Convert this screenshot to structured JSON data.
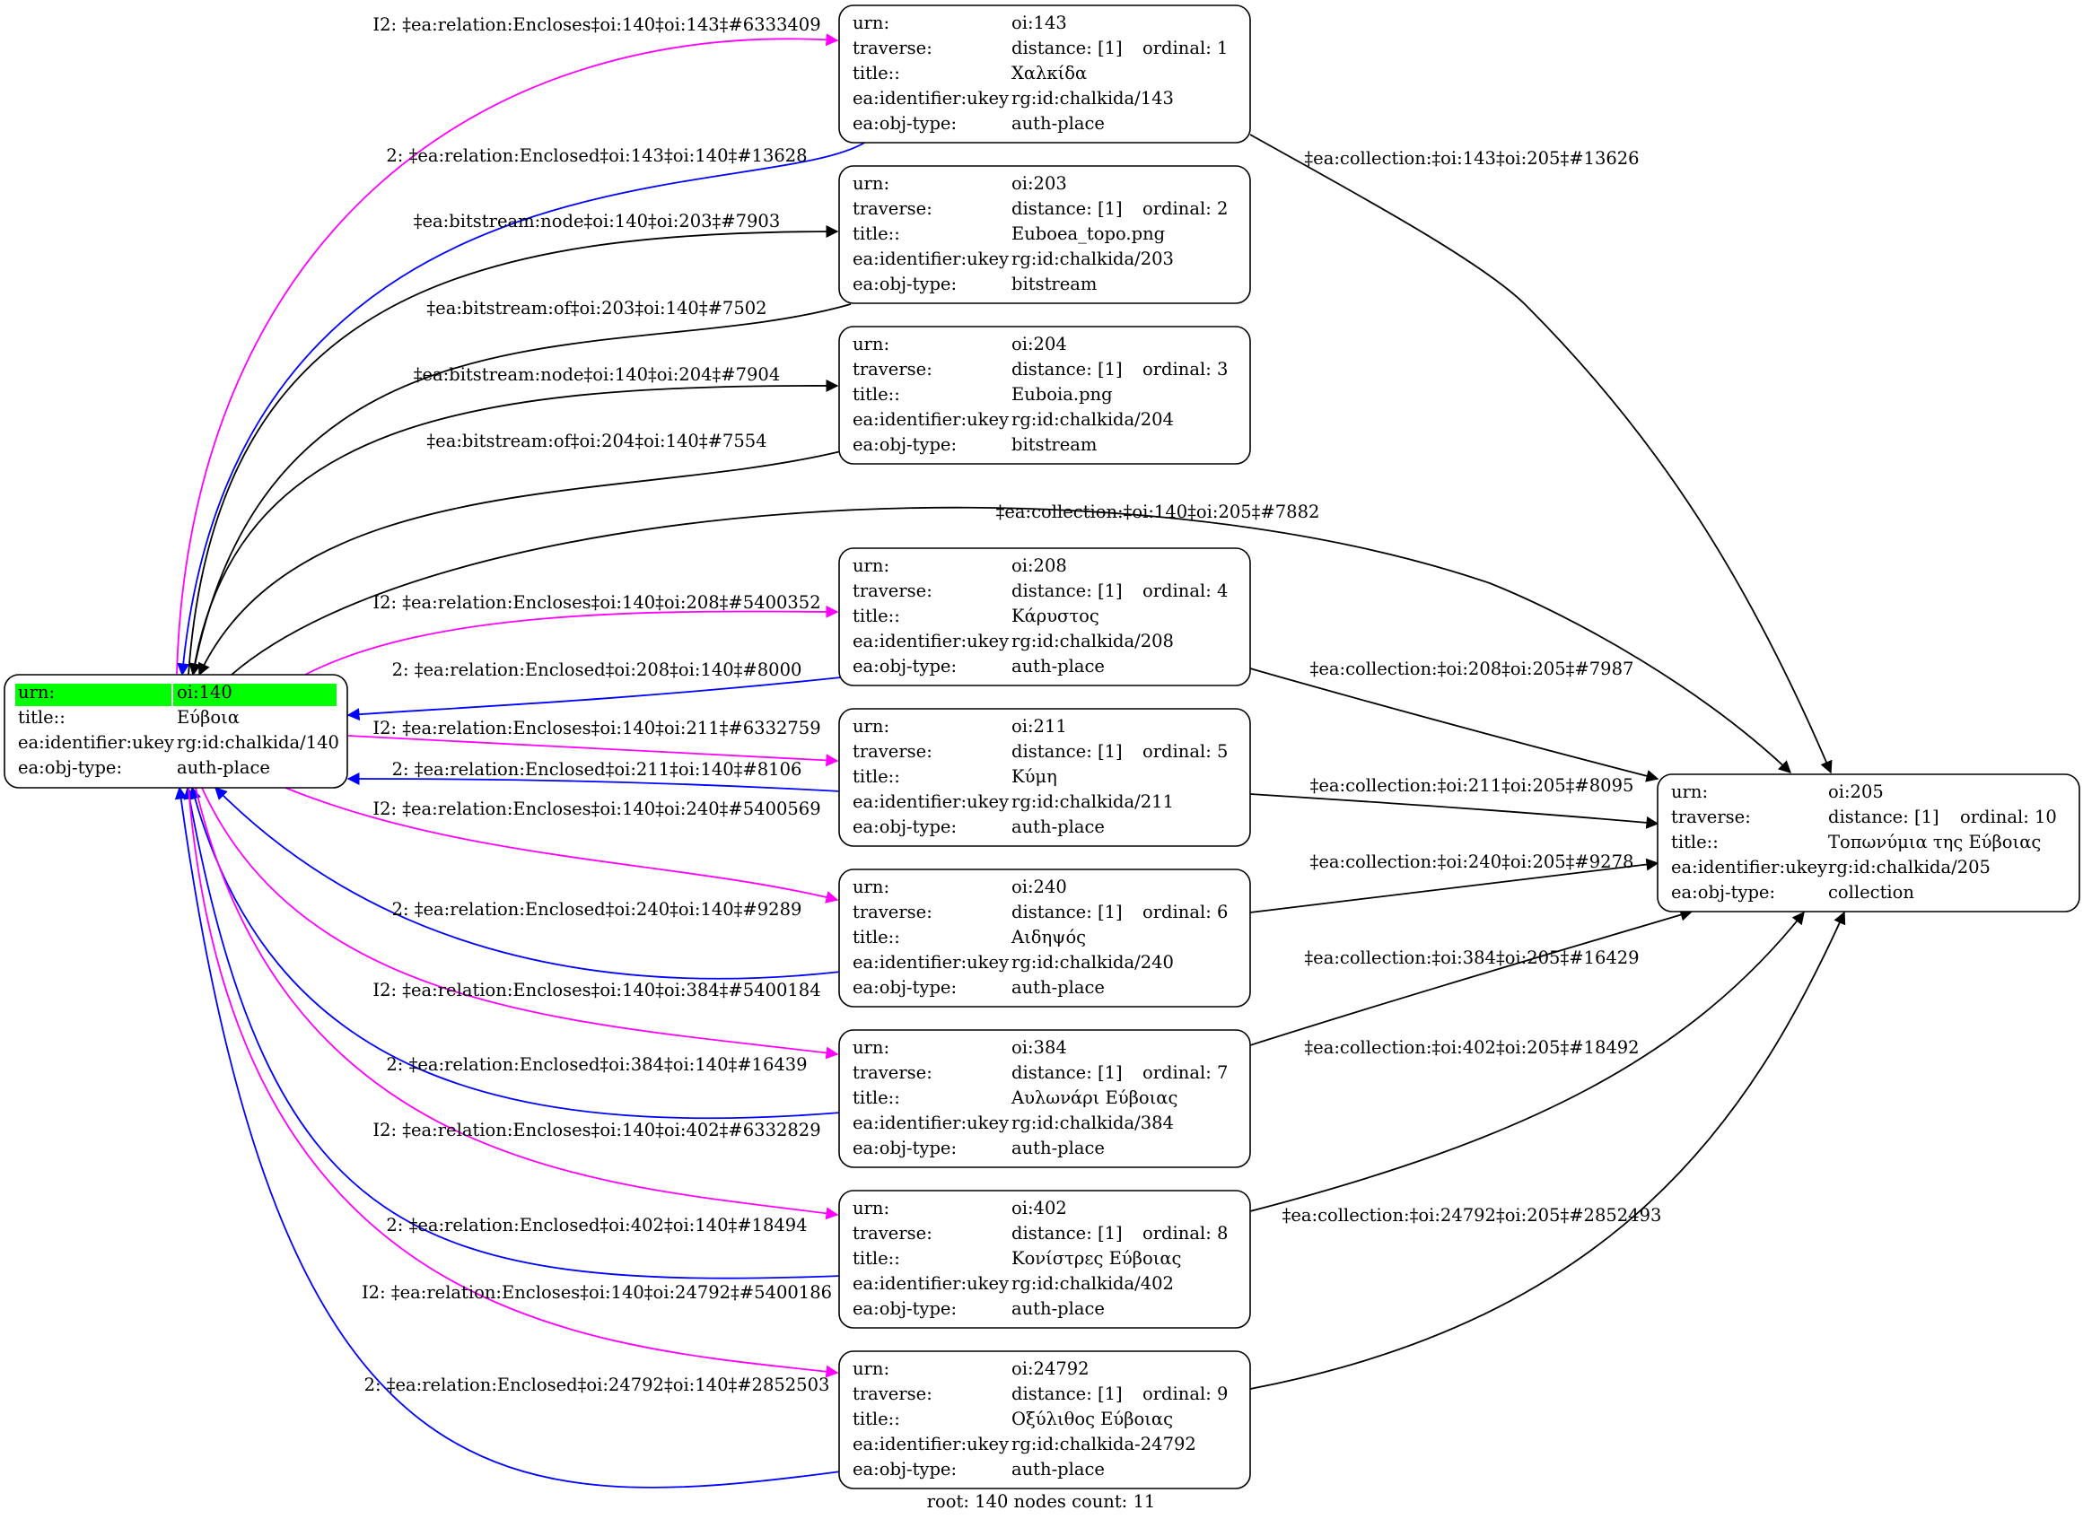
{
  "graph": {
    "root_node": {
      "id": "oi:140",
      "rows": [
        [
          "urn:",
          "oi:140"
        ],
        [
          "title::",
          "Εύβοια"
        ],
        [
          "ea:identifier:ukey",
          "rg:id:chalkida/140"
        ],
        [
          "ea:obj-type:",
          "auth-place"
        ]
      ],
      "highlight_color": "#00ff00"
    },
    "collection_node": {
      "id": "oi:205",
      "rows": [
        [
          "urn:",
          "oi:205"
        ],
        [
          "traverse:",
          "distance: [1]",
          "ordinal: 10"
        ],
        [
          "title::",
          "Τοπωνύμια της Εύβοιας"
        ],
        [
          "ea:identifier:ukey",
          "rg:id:chalkida/205"
        ],
        [
          "ea:obj-type:",
          "collection"
        ]
      ]
    },
    "nodes": [
      {
        "id": "oi:143",
        "rows": [
          [
            "urn:",
            "oi:143"
          ],
          [
            "traverse:",
            "distance: [1]",
            "ordinal: 1"
          ],
          [
            "title::",
            "Χαλκίδα"
          ],
          [
            "ea:identifier:ukey",
            "rg:id:chalkida/143"
          ],
          [
            "ea:obj-type:",
            "auth-place"
          ]
        ]
      },
      {
        "id": "oi:203",
        "rows": [
          [
            "urn:",
            "oi:203"
          ],
          [
            "traverse:",
            "distance: [1]",
            "ordinal: 2"
          ],
          [
            "title::",
            "Euboea_topo.png"
          ],
          [
            "ea:identifier:ukey",
            "rg:id:chalkida/203"
          ],
          [
            "ea:obj-type:",
            "bitstream"
          ]
        ]
      },
      {
        "id": "oi:204",
        "rows": [
          [
            "urn:",
            "oi:204"
          ],
          [
            "traverse:",
            "distance: [1]",
            "ordinal: 3"
          ],
          [
            "title::",
            "Euboia.png"
          ],
          [
            "ea:identifier:ukey",
            "rg:id:chalkida/204"
          ],
          [
            "ea:obj-type:",
            "bitstream"
          ]
        ]
      },
      {
        "id": "oi:208",
        "rows": [
          [
            "urn:",
            "oi:208"
          ],
          [
            "traverse:",
            "distance: [1]",
            "ordinal: 4"
          ],
          [
            "title::",
            "Κάρυστος"
          ],
          [
            "ea:identifier:ukey",
            "rg:id:chalkida/208"
          ],
          [
            "ea:obj-type:",
            "auth-place"
          ]
        ]
      },
      {
        "id": "oi:211",
        "rows": [
          [
            "urn:",
            "oi:211"
          ],
          [
            "traverse:",
            "distance: [1]",
            "ordinal: 5"
          ],
          [
            "title::",
            "Κύμη"
          ],
          [
            "ea:identifier:ukey",
            "rg:id:chalkida/211"
          ],
          [
            "ea:obj-type:",
            "auth-place"
          ]
        ]
      },
      {
        "id": "oi:240",
        "rows": [
          [
            "urn:",
            "oi:240"
          ],
          [
            "traverse:",
            "distance: [1]",
            "ordinal: 6"
          ],
          [
            "title::",
            "Αιδηψός"
          ],
          [
            "ea:identifier:ukey",
            "rg:id:chalkida/240"
          ],
          [
            "ea:obj-type:",
            "auth-place"
          ]
        ]
      },
      {
        "id": "oi:384",
        "rows": [
          [
            "urn:",
            "oi:384"
          ],
          [
            "traverse:",
            "distance: [1]",
            "ordinal: 7"
          ],
          [
            "title::",
            "Αυλωνάρι Εύβοιας"
          ],
          [
            "ea:identifier:ukey",
            "rg:id:chalkida/384"
          ],
          [
            "ea:obj-type:",
            "auth-place"
          ]
        ]
      },
      {
        "id": "oi:402",
        "rows": [
          [
            "urn:",
            "oi:402"
          ],
          [
            "traverse:",
            "distance: [1]",
            "ordinal: 8"
          ],
          [
            "title::",
            "Κονίστρες Εύβοιας"
          ],
          [
            "ea:identifier:ukey",
            "rg:id:chalkida/402"
          ],
          [
            "ea:obj-type:",
            "auth-place"
          ]
        ]
      },
      {
        "id": "oi:24792",
        "rows": [
          [
            "urn:",
            "oi:24792"
          ],
          [
            "traverse:",
            "distance: [1]",
            "ordinal: 9"
          ],
          [
            "title::",
            "Οξύλιθος Εύβοιας"
          ],
          [
            "ea:identifier:ukey",
            "rg:id:chalkida-24792"
          ],
          [
            "ea:obj-type:",
            "auth-place"
          ]
        ]
      }
    ],
    "edge_colors": {
      "encloses": "#ff00ff",
      "enclosed": "#0000ff",
      "other": "#000000"
    },
    "edges": [
      {
        "label": "I2: ‡ea:relation:Encloses‡oi:140‡oi:143‡#6333409",
        "kind": "encloses"
      },
      {
        "label": "2: ‡ea:relation:Enclosed‡oi:143‡oi:140‡#13628",
        "kind": "enclosed"
      },
      {
        "label": "‡ea:bitstream:node‡oi:140‡oi:203‡#7903",
        "kind": "other"
      },
      {
        "label": "‡ea:bitstream:of‡oi:203‡oi:140‡#7502",
        "kind": "other"
      },
      {
        "label": "‡ea:bitstream:node‡oi:140‡oi:204‡#7904",
        "kind": "other"
      },
      {
        "label": "‡ea:bitstream:of‡oi:204‡oi:140‡#7554",
        "kind": "other"
      },
      {
        "label": "‡ea:collection:‡oi:140‡oi:205‡#7882",
        "kind": "other"
      },
      {
        "label": "I2: ‡ea:relation:Encloses‡oi:140‡oi:208‡#5400352",
        "kind": "encloses"
      },
      {
        "label": "2: ‡ea:relation:Enclosed‡oi:208‡oi:140‡#8000",
        "kind": "enclosed"
      },
      {
        "label": "I2: ‡ea:relation:Encloses‡oi:140‡oi:211‡#6332759",
        "kind": "encloses"
      },
      {
        "label": "2: ‡ea:relation:Enclosed‡oi:211‡oi:140‡#8106",
        "kind": "enclosed"
      },
      {
        "label": "I2: ‡ea:relation:Encloses‡oi:140‡oi:240‡#5400569",
        "kind": "encloses"
      },
      {
        "label": "2: ‡ea:relation:Enclosed‡oi:240‡oi:140‡#9289",
        "kind": "enclosed"
      },
      {
        "label": "I2: ‡ea:relation:Encloses‡oi:140‡oi:384‡#5400184",
        "kind": "encloses"
      },
      {
        "label": "2: ‡ea:relation:Enclosed‡oi:384‡oi:140‡#16439",
        "kind": "enclosed"
      },
      {
        "label": "I2: ‡ea:relation:Encloses‡oi:140‡oi:402‡#6332829",
        "kind": "encloses"
      },
      {
        "label": "2: ‡ea:relation:Enclosed‡oi:402‡oi:140‡#18494",
        "kind": "enclosed"
      },
      {
        "label": "I2: ‡ea:relation:Encloses‡oi:140‡oi:24792‡#5400186",
        "kind": "encloses"
      },
      {
        "label": "2: ‡ea:relation:Enclosed‡oi:24792‡oi:140‡#2852503",
        "kind": "enclosed"
      },
      {
        "label": "‡ea:collection:‡oi:143‡oi:205‡#13626",
        "kind": "other"
      },
      {
        "label": "‡ea:collection:‡oi:208‡oi:205‡#7987",
        "kind": "other"
      },
      {
        "label": "‡ea:collection:‡oi:211‡oi:205‡#8095",
        "kind": "other"
      },
      {
        "label": "‡ea:collection:‡oi:240‡oi:205‡#9278",
        "kind": "other"
      },
      {
        "label": "‡ea:collection:‡oi:384‡oi:205‡#16429",
        "kind": "other"
      },
      {
        "label": "‡ea:collection:‡oi:402‡oi:205‡#18492",
        "kind": "other"
      },
      {
        "label": "‡ea:collection:‡oi:24792‡oi:205‡#2852493",
        "kind": "other"
      }
    ],
    "footer": "root: 140 nodes count: 11"
  }
}
